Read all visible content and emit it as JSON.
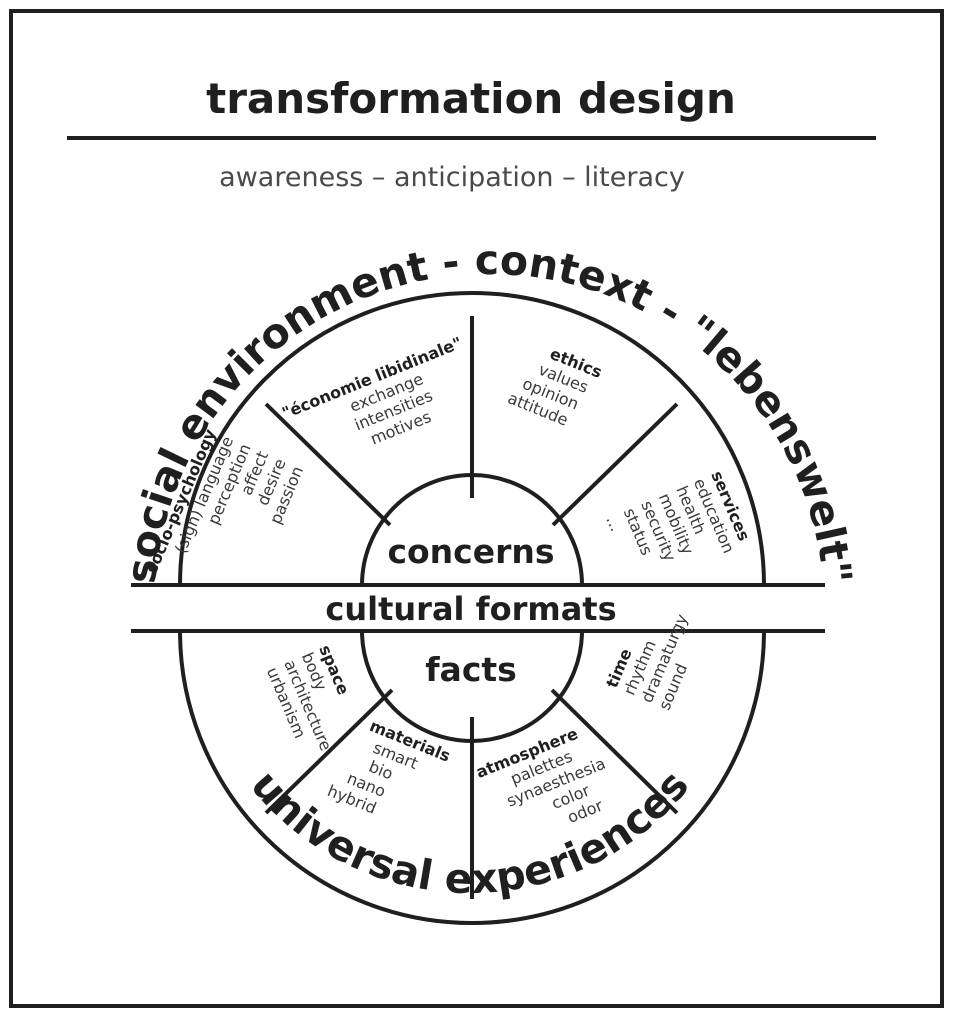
{
  "title": "transformation design",
  "subtitle": "awareness – anticipation – literacy",
  "arc_top": "social environment - context - \"lebenswelt\"",
  "arc_bottom": "universal experiences",
  "band": "cultural formats",
  "hub_top": "concerns",
  "hub_bottom": "facts",
  "sectors": {
    "socio_psychology": {
      "heading": "socio-psychology",
      "items": [
        "(sign) language",
        "perception",
        "affect",
        "desire",
        "passion"
      ]
    },
    "economie": {
      "heading": "\"économie libidinale\"",
      "items": [
        "exchange",
        "intensities",
        "motives"
      ]
    },
    "ethics": {
      "heading": "ethics",
      "items": [
        "values",
        "opinion",
        "attitude"
      ]
    },
    "services": {
      "heading": "services",
      "items": [
        "education",
        "health",
        "mobility",
        "security",
        "status",
        "..."
      ]
    },
    "space": {
      "heading": "space",
      "items": [
        "body",
        "architecture",
        "urbanism"
      ]
    },
    "materials": {
      "heading": "materials",
      "items": [
        "smart",
        "bio",
        "nano",
        "hybrid"
      ]
    },
    "atmosphere": {
      "heading": "atmosphere",
      "items": [
        "palettes",
        "synaesthesia",
        "color",
        "odor"
      ]
    },
    "time": {
      "heading": "time",
      "items": [
        "rhythm",
        "dramaturgy",
        "sound"
      ]
    }
  },
  "colors": {
    "ink": "#1f1f1f",
    "muted": "#4a4a4a",
    "background": "#ffffff"
  }
}
